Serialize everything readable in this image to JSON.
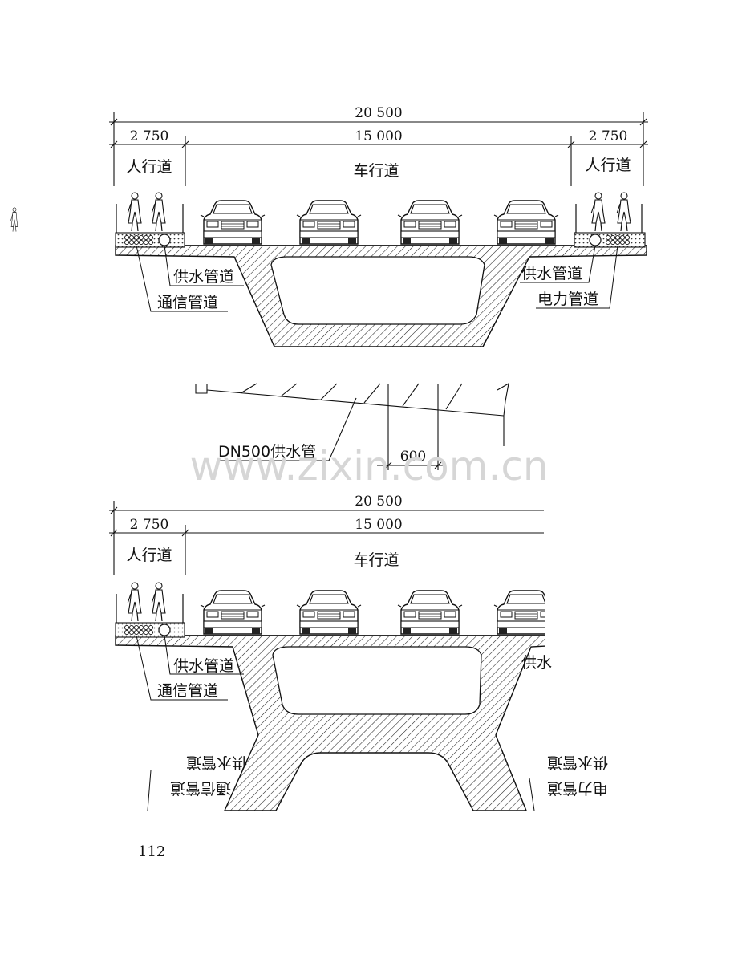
{
  "upper_section": {
    "total_width": "20 500",
    "left_sidewalk_width": "2 750",
    "carriageway_width": "15 000",
    "right_sidewalk_width": "2 750",
    "left_sidewalk_label": "人行道",
    "carriageway_label": "车行道",
    "right_sidewalk_label": "人行道",
    "left_water_label": "供水管道",
    "left_telecom_label": "通信管道",
    "right_water_label": "供水管道",
    "right_power_label": "电力管道"
  },
  "detail": {
    "pipe_label": "DN500供水管",
    "spacing": "600"
  },
  "watermark": "www.zixin.com.cn",
  "lower_section": {
    "total_width": "20 500",
    "left_sidewalk_width": "2 750",
    "carriageway_width": "15 000",
    "left_sidewalk_label": "人行道",
    "carriageway_label": "车行道",
    "left_water_label": "供水管道",
    "left_telecom_label": "通信管道",
    "right_water_fragment": "供水",
    "mirrored_telecom_label": "通信管道",
    "mirrored_water_label": "供水管道",
    "mirrored_power_label": "电力管道",
    "mirrored_water_label_right": "供水管道"
  },
  "page_number": "112"
}
